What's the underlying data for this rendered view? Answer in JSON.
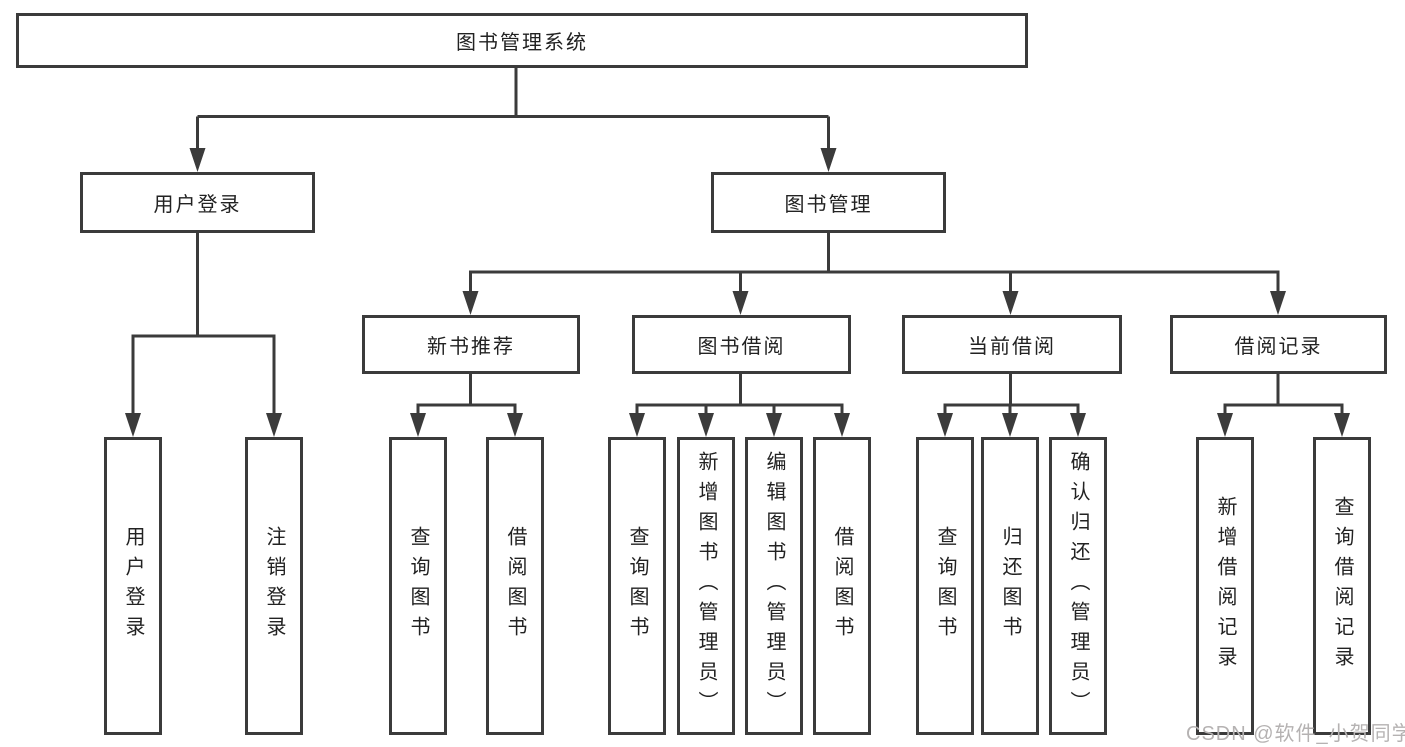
{
  "tree": {
    "label": "图书管理系统",
    "children": [
      {
        "label": "用户登录",
        "children": [
          {
            "label": "用户登录"
          },
          {
            "label": "注销登录"
          }
        ]
      },
      {
        "label": "图书管理",
        "children": [
          {
            "label": "新书推荐",
            "children": [
              {
                "label": "查询图书"
              },
              {
                "label": "借阅图书"
              }
            ]
          },
          {
            "label": "图书借阅",
            "children": [
              {
                "label": "查询图书"
              },
              {
                "label": "新增图书（管理员）"
              },
              {
                "label": "编辑图书（管理员）"
              },
              {
                "label": "借阅图书"
              }
            ]
          },
          {
            "label": "当前借阅",
            "children": [
              {
                "label": "查询图书"
              },
              {
                "label": "归还图书"
              },
              {
                "label": "确认归还（管理员）"
              }
            ]
          },
          {
            "label": "借阅记录",
            "children": [
              {
                "label": "新增借阅记录"
              },
              {
                "label": "查询借阅记录"
              }
            ]
          }
        ]
      }
    ]
  },
  "watermark": {
    "text": "CSDN @软件_小贺同学"
  },
  "colors": {
    "box_border": "#3b3b3b",
    "connector": "#3b3b3b",
    "text": "#222222",
    "watermark_text": "#b5b2b2",
    "background": "#ffffff"
  }
}
